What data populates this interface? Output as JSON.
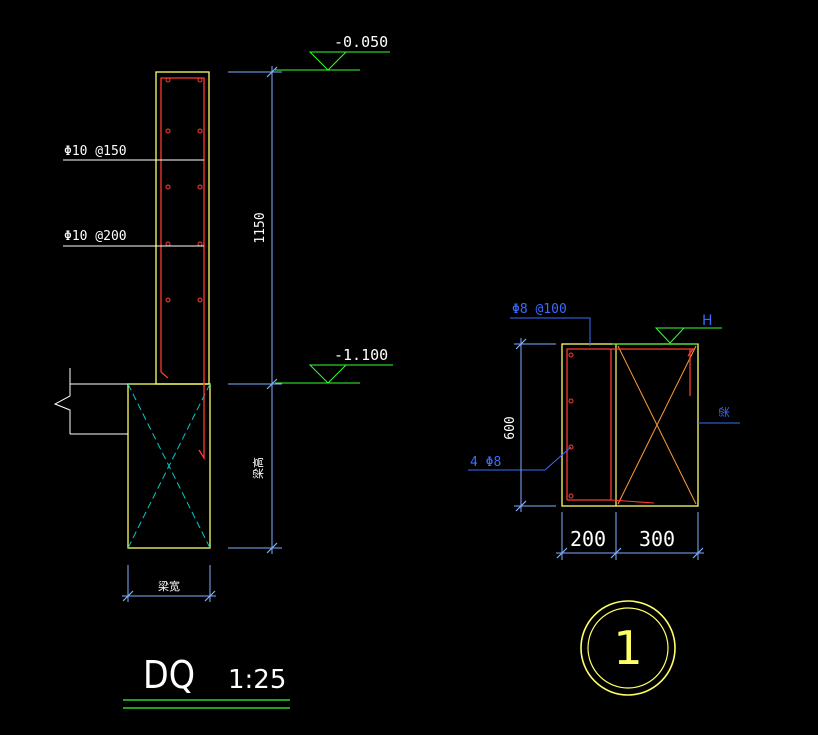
{
  "colors": {
    "background": "#000000",
    "concrete_outline": "#ffff66",
    "rebar": "#ff3b30",
    "dimension": "#7fb0ff",
    "leader": "#ffffff",
    "level_mark": "#33ff33",
    "blue_text": "#3a6bff",
    "orange": "#ff9933",
    "cyan": "#00dddd"
  },
  "left": {
    "levels": [
      "-0.050",
      "-1.100"
    ],
    "rebar_labels": [
      "Φ10 @150",
      "Φ10 @200"
    ],
    "dim_height": "1150",
    "dim_beam_height": "梁高",
    "dim_beam_width": "梁宽",
    "title": "DQ",
    "scale": "1:25"
  },
  "right": {
    "stirrup_label": "Φ8 @100",
    "bar_label": "4 Φ8",
    "level": "H",
    "dim_height": "600",
    "dim_w1": "200",
    "dim_w2": "300",
    "beam_label": "梁",
    "section_number": "1"
  }
}
